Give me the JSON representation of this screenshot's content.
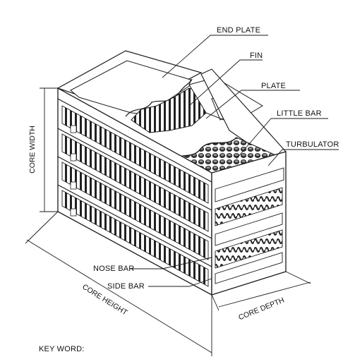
{
  "labels": {
    "end_plate": "END PLATE",
    "fin": "FIN",
    "plate": "PLATE",
    "little_bar": "LITTLE BAR",
    "turbulator": "TURBULATOR",
    "nose_bar": "NOSE BAR",
    "side_bar": "SIDE BAR",
    "core_width": "CORE WIDTH",
    "core_height": "CORE HEIGHT",
    "core_depth": "CORE DEPTH",
    "key_word": "KEY WORD:"
  },
  "colors": {
    "ink": "#1a1a1a",
    "shade": "#444444",
    "background": "#ffffff"
  }
}
